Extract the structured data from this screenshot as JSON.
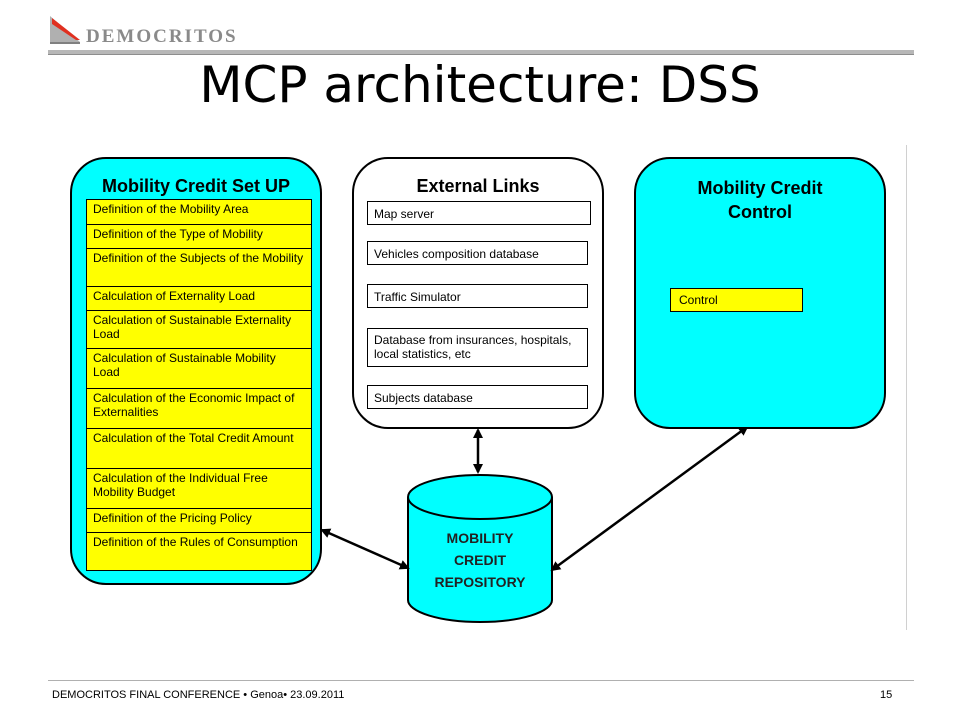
{
  "header": {
    "logo_text": "DEMOCRITOS"
  },
  "title": "MCP architecture: DSS",
  "setup_panel": {
    "title": "Mobility Credit Set UP",
    "items": [
      "Definition of the Mobility Area",
      "Definition of the Type of Mobility",
      "Definition of the Subjects of the Mobility",
      "Calculation of Externality Load",
      "Calculation of Sustainable Externality Load",
      "Calculation of Sustainable Mobility Load",
      "Calculation of the Economic Impact of Externalities",
      "Calculation of the Total Credit Amount",
      "Calculation of the Individual Free Mobility Budget",
      "Definition of the Pricing Policy",
      "Definition of the Rules of Consumption"
    ]
  },
  "links_panel": {
    "title": "External Links",
    "items": [
      "Map server",
      "Vehicles composition database",
      "Traffic Simulator",
      "Database from insurances, hospitals, local statistics, etc",
      "Subjects database"
    ]
  },
  "control_panel": {
    "title_line1": "Mobility Credit",
    "title_line2": "Control",
    "item": "Control"
  },
  "repository": {
    "line1": "MOBILITY",
    "line2": "CREDIT",
    "line3": "REPOSITORY"
  },
  "colors": {
    "cyan": "#00ffff",
    "yellow": "#ffff00"
  },
  "footer": {
    "text": "DEMOCRITOS FINAL CONFERENCE • Genoa• 23.09.2011",
    "page": "15"
  }
}
